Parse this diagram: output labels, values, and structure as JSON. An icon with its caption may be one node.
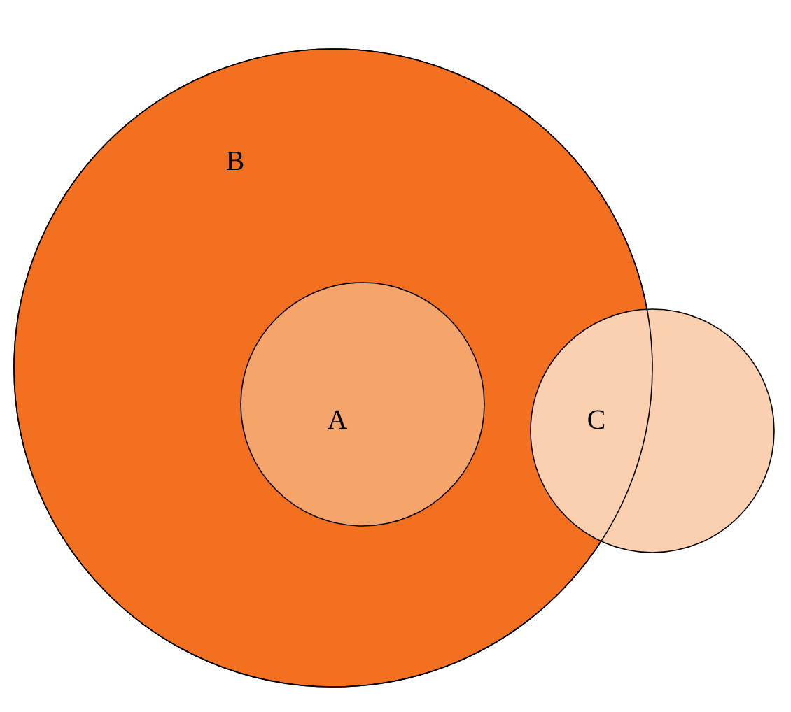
{
  "diagram": {
    "nodes": [
      {
        "text": [
          "B"
        ]
      },
      {
        "text": [
          "A"
        ],
        "in": 0
      },
      {
        "text": [
          "C"
        ]
      }
    ]
  }
}
